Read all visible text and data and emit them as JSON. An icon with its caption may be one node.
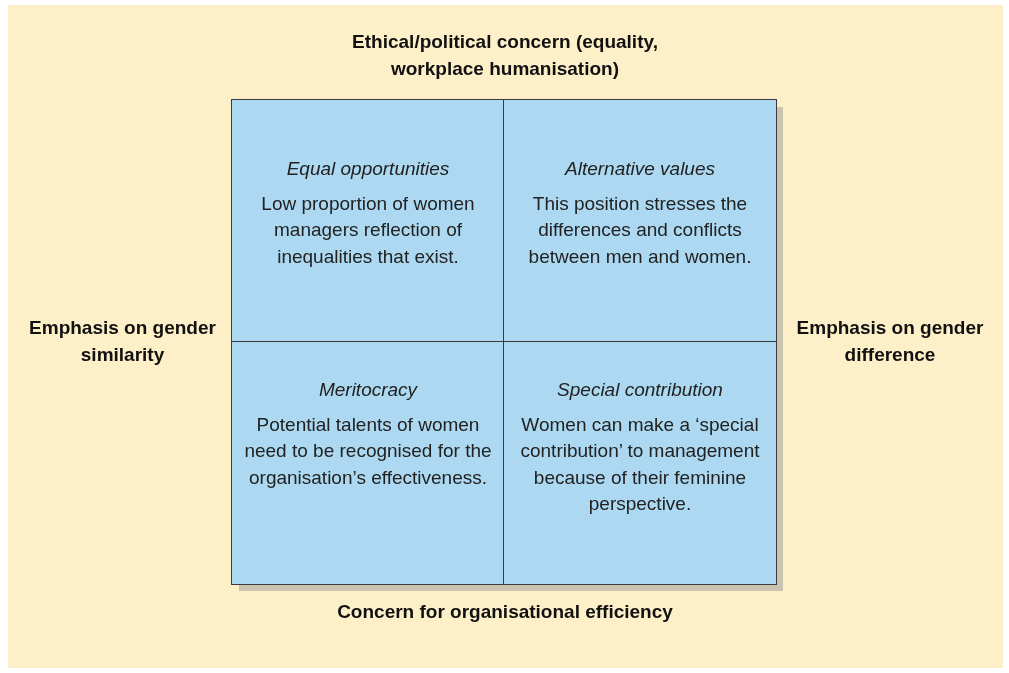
{
  "diagram": {
    "nodes": [
      {
        "text": [
          "Equal opportunities",
          "Low proportion of women managers reflection of inequalities that exist."
        ]
      },
      {
        "text": [
          "Alternative values",
          "This position stresses the differences and conflicts between men and women."
        ]
      },
      {
        "text": [
          "Meritocracy",
          "Potential talents of women need to be recognised for the organisation’s effectiveness."
        ]
      },
      {
        "text": [
          "Special contribution",
          "Women can make a ‘special contribution’ to management because of their feminine perspective."
        ]
      }
    ],
    "labels": [
      "Ethical/political concern (equality, workplace humanisation)",
      "Emphasis on gender similarity",
      "Emphasis on gender difference",
      "Concern for organisational efficiency"
    ]
  }
}
